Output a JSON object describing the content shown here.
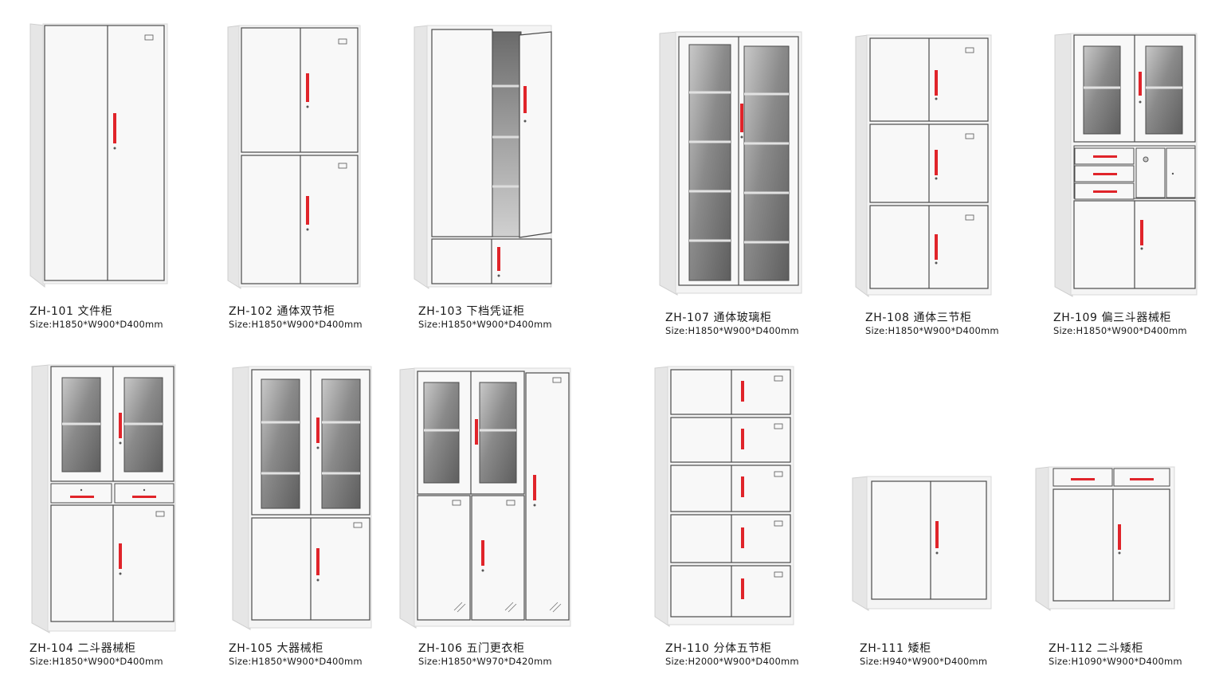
{
  "products": [
    {
      "model": "ZH-101 文件柜",
      "size": "Size:H1850*W900*D400mm"
    },
    {
      "model": "ZH-102  通体双节柜",
      "size": "Size:H1850*W900*D400mm"
    },
    {
      "model": "ZH-103  下档凭证柜",
      "size": "Size:H1850*W900*D400mm"
    },
    {
      "model": "ZH-107 通体玻璃柜",
      "size": "Size:H1850*W900*D400mm"
    },
    {
      "model": "ZH-108 通体三节柜",
      "size": "Size:H1850*W900*D400mm"
    },
    {
      "model": "ZH-109  偏三斗器械柜",
      "size": "Size:H1850*W900*D400mm"
    },
    {
      "model": "ZH-104 二斗器械柜",
      "size": "Size:H1850*W900*D400mm"
    },
    {
      "model": "ZH-105 大器械柜",
      "size": "Size:H1850*W900*D400mm"
    },
    {
      "model": "ZH-106  五门更衣柜",
      "size": "Size:H1850*W970*D420mm"
    },
    {
      "model": "ZH-110 分体五节柜",
      "size": "Size:H2000*W900*D400mm"
    },
    {
      "model": "ZH-111 矮柜",
      "size": "Size:H940*W900*D400mm"
    },
    {
      "model": "ZH-112  二斗矮柜",
      "size": "Size:H1090*W900*D400mm"
    }
  ],
  "colors": {
    "body": "#f4f4f4",
    "outline": "#4a4a4a",
    "handle": "#e0242a",
    "glass": "#8a8a8a"
  }
}
